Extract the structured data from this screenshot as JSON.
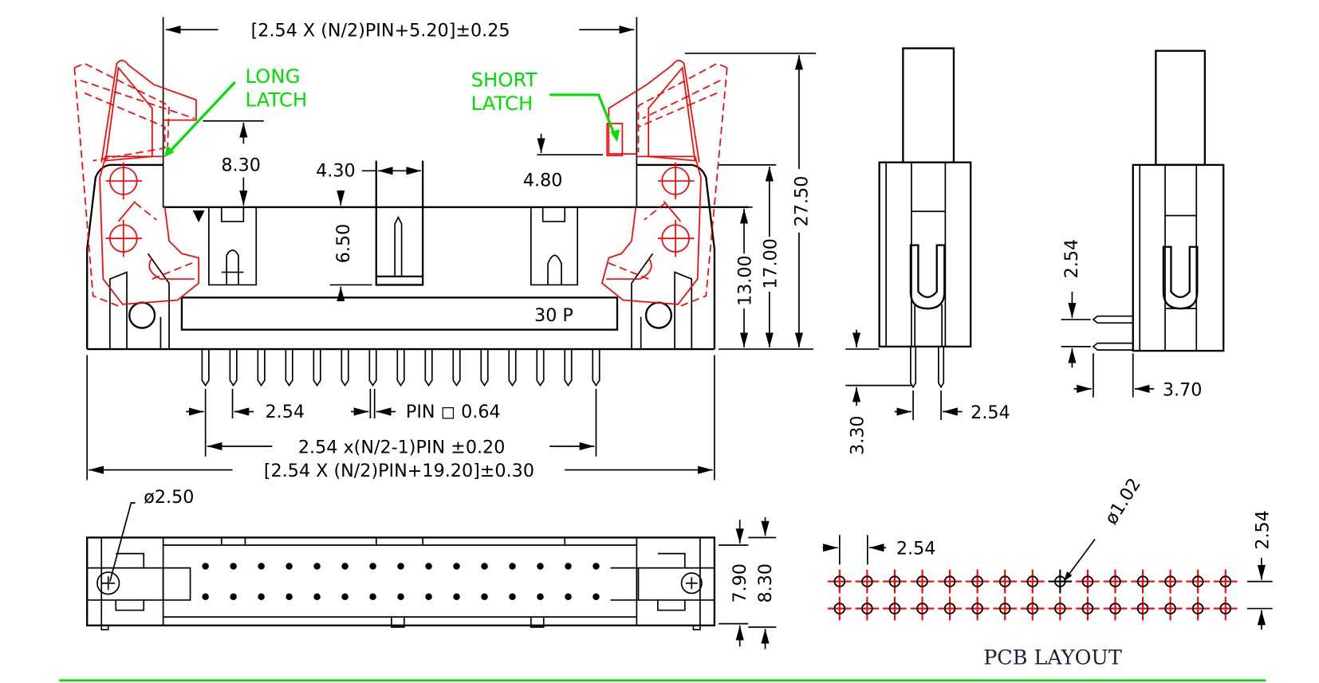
{
  "front_view": {
    "top_width_dim": "[2.54  X  (N/2)PIN+5.20]±0.25",
    "long_latch": [
      "LONG",
      "LATCH"
    ],
    "short_latch": [
      "SHORT",
      "LATCH"
    ],
    "dim_8_30": "8.30",
    "dim_4_30": "4.30",
    "dim_6_50": "6.50",
    "dim_4_80": "4.80",
    "dim_13_00": "13.00",
    "dim_17_00": "17.00",
    "dim_27_50": "27.50",
    "pin_label": "30 P",
    "pitch_dim": "2.54",
    "pin_size": "PIN  ◻  0.64",
    "pin_span_dim": "2.54  x(N/2-1)PIN  ±0.20",
    "overall_width_dim": "[2.54  X  (N/2)PIN+19.20]±0.30",
    "pins_per_row": 15
  },
  "side_view_straight": {
    "dim_3_30": "3.30",
    "dim_2_54": "2.54"
  },
  "side_view_right_angle": {
    "dim_2_54": "2.54",
    "dim_3_70": "3.70"
  },
  "bottom_view": {
    "hole_dim": "ø2.50",
    "dim_7_90": "7.90",
    "dim_8_30": "8.30"
  },
  "pcb_layout": {
    "title": "PCB  LAYOUT",
    "pitch_x": "2.54",
    "pitch_y": "2.54",
    "hole_dia": "ø1.02",
    "columns": 15,
    "rows": 2
  },
  "colors": {
    "outline": "#000000",
    "latch": "#ff0000",
    "annotation": "#00e000"
  }
}
